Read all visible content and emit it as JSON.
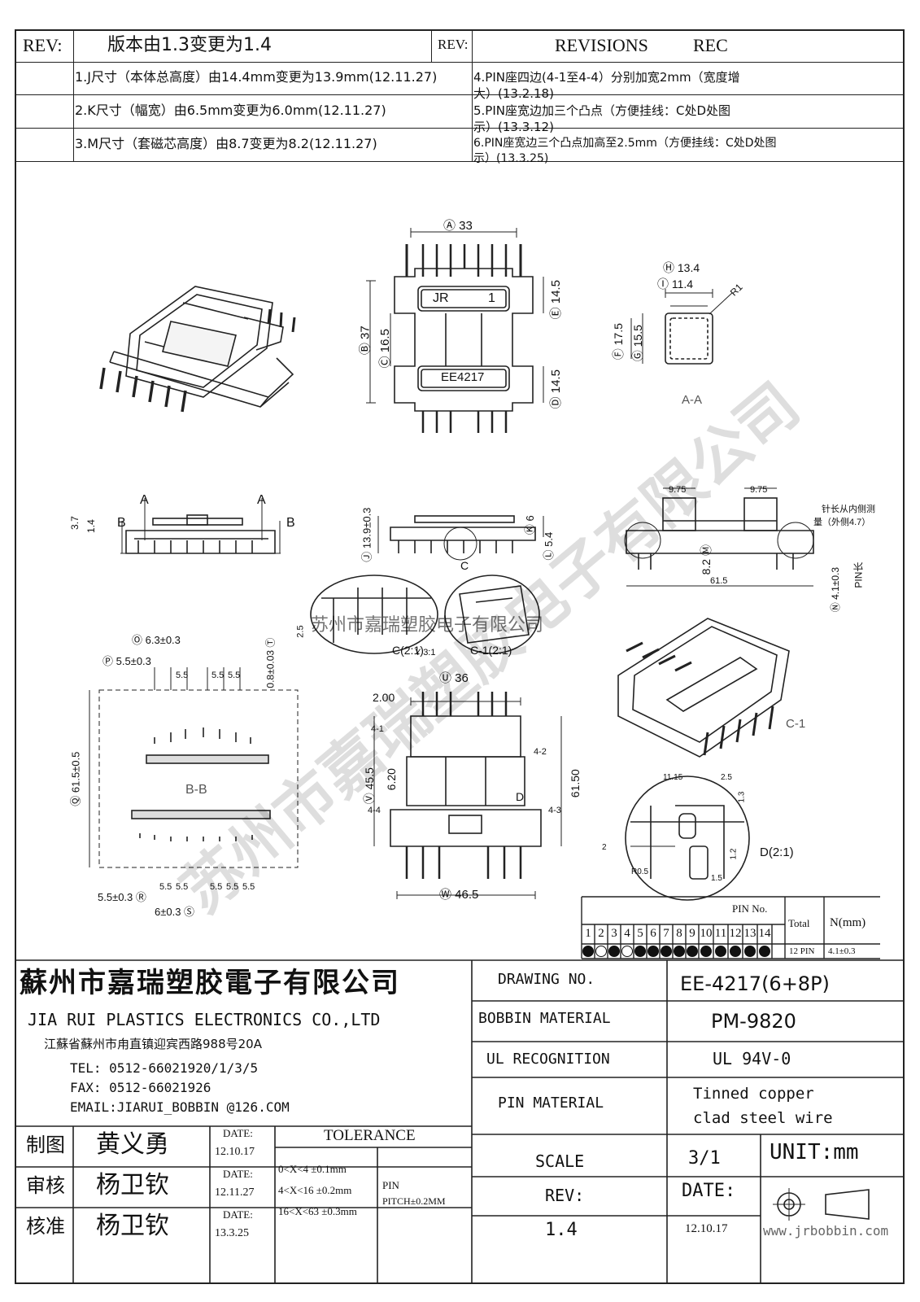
{
  "revision_header": {
    "rev_label": "REV:",
    "rev_desc": "版本由1.3变更为1.4",
    "rev_label_right": "REV:",
    "revisions_title": "REVISIONS",
    "rec_label": "REC"
  },
  "revisions_left": [
    "1.J尺寸（本体总高度）由14.4mm变更为13.9mm(12.11.27)",
    "2.K尺寸（幅宽）由6.5mm变更为6.0mm(12.11.27)",
    "3.M尺寸（套磁芯高度）由8.7变更为8.2(12.11.27)"
  ],
  "revisions_right": [
    {
      "line1": "4.PIN座四边(4-1至4-4）分别加宽2mm（宽度增",
      "line2": "大）(13.2.18)"
    },
    {
      "line1": "5.PIN座宽边加三个凸点（方便挂线：C处D处图",
      "line2": "示）(13.3.12)"
    },
    {
      "line1": "6.PIN座宽边三个凸点加高至2.5mm（方便挂线：C处D处图",
      "line2": "示）(13.3.25)"
    }
  ],
  "drawing_labels": {
    "dim_a": "Ⓐ 33",
    "dim_b": "Ⓑ 37",
    "dim_c": "Ⓒ 16.5",
    "dim_e": "Ⓔ 14.5",
    "dim_d": "Ⓓ 14.5",
    "label_jr": "JR",
    "label_one": "1",
    "label_model": "EE4217",
    "dim_h": "Ⓗ 13.4",
    "dim_i": "Ⓘ 11.4",
    "dim_r": "R1",
    "dim_f": "Ⓕ 17.5",
    "dim_g": "Ⓖ 15.5",
    "section_aa": "A-A",
    "dim_37": "3.7",
    "dim_14": "1.4",
    "sec_a": "A",
    "sec_b": "B",
    "dim_j": "Ⓙ 13.9±0.3",
    "dim_k": "Ⓚ 6",
    "dim_l": "Ⓛ 5.4",
    "label_c": "C",
    "dim_975a": "9.75",
    "dim_975b": "9.75",
    "note_pin": "针长从内侧测",
    "note_pin2": "量（外侧4.7）",
    "dim_m": "8.2 Ⓜ",
    "dim_615": "61.5",
    "dim_n": "Ⓝ 4.1±0.3",
    "pin_long": "PIN长",
    "dim_25": "2.5",
    "detail_c": "C(2:1)",
    "detail_c1": "C-1(2:1)",
    "scale_note": "Y 3:1",
    "dim_o": "Ⓞ 6.3±0.3",
    "dim_p": "Ⓟ 5.5±0.3",
    "dim_55": "5.5",
    "dim_t": "0.8±0.03 Ⓣ",
    "dim_q": "Ⓠ 61.5±0.5",
    "section_bb": "B-B",
    "dim_r2": "5.5±0.3 Ⓡ",
    "dim_s": "6±0.3 Ⓢ",
    "dim_u": "Ⓤ 36",
    "dim_200": "2.00",
    "dim_v": "Ⓥ 45.5",
    "dim_620": "6.20",
    "dim_6150": "61.50",
    "dim_w": "Ⓦ 46.5",
    "tag_41": "4-1",
    "tag_42": "4-2",
    "tag_43": "4-3",
    "tag_44": "4-4",
    "label_d": "D",
    "label_c1": "C-1",
    "detail_d": "D(2:1)",
    "dim_1115": "11.15",
    "dim_r05": "R0.5",
    "dim_15": "1.5",
    "dim_13": "1.3",
    "dim_12": "1.2",
    "dim_2": "2"
  },
  "pin_table": {
    "header": "PIN No.",
    "numbers": [
      "1",
      "2",
      "3",
      "4",
      "5",
      "6",
      "7",
      "8",
      "9",
      "10",
      "11",
      "12",
      "13",
      "14"
    ],
    "pins": [
      "filled",
      "open",
      "filled",
      "open",
      "filled",
      "filled",
      "filled",
      "filled",
      "filled",
      "filled",
      "filled",
      "filled",
      "filled",
      "filled"
    ],
    "total_label": "Total",
    "total_value": "12 PIN",
    "n_label": "N(mm)",
    "n_value": "4.1±0.3"
  },
  "company": {
    "name_cn": "蘇州市嘉瑞塑胶電子有限公司",
    "name_en": "JIA RUI PLASTICS ELECTRONICS CO.,LTD",
    "address": "江蘇省蘇州市甪直镇迎宾西路988号20A",
    "tel": "TEL: 0512-66021920/1/3/5",
    "fax": "FAX: 0512-66021926",
    "email": "EMAIL:JIARUI_BOBBIN @126.COM"
  },
  "watermark": {
    "diag_text": "苏州市嘉瑞塑胶电子有限公司",
    "line_text": "苏州市嘉瑞塑胶电子有限公司"
  },
  "title_block": {
    "drawing_no_label": "DRAWING  NO.",
    "drawing_no": "EE-4217(6+8P)",
    "bobbin_material_label": "BOBBIN  MATERIAL",
    "bobbin_material": "PM-9820",
    "ul_label": "UL RECOGNITION",
    "ul_value": "UL 94V-0",
    "pin_material_label": "PIN MATERIAL",
    "pin_material_1": "Tinned copper",
    "pin_material_2": "clad steel wire",
    "scale_label": "SCALE",
    "scale_value": "3/1",
    "unit": "UNIT:mm",
    "rev_label": "REV:",
    "rev_value": "1.4",
    "date_label": "DATE:",
    "date_value": "12.10.17",
    "website": "www.jrbobbin.com"
  },
  "signoff": [
    {
      "role": "制图",
      "name": "黄义勇",
      "date_label": "DATE:",
      "date": "12.10.17"
    },
    {
      "role": "审核",
      "name": "杨卫钦",
      "date_label": "DATE:",
      "date": "12.11.27"
    },
    {
      "role": "核准",
      "name": "杨卫钦",
      "date_label": "DATE:",
      "date": "13.3.25"
    }
  ],
  "tolerance": {
    "title": "TOLERANCE",
    "rows": [
      "0<X<4  ±0.1mm",
      "4<X<16 ±0.2mm",
      "16<X<63 ±0.3mm"
    ],
    "pin_label": "PIN",
    "pin_pitch": "PITCH±0.2MM"
  }
}
